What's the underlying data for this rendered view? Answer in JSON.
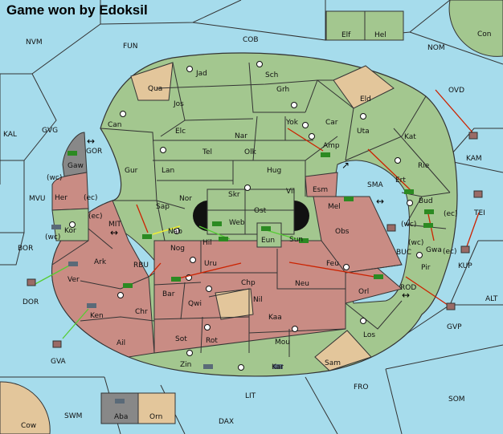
{
  "title": "Game won by Edoksil",
  "colors": {
    "sea": "#a6dcec",
    "land_neutral": "#a3c78f",
    "land_enemy": "#c98c84",
    "land_supply": "#e3c69b",
    "land_gray": "#888888",
    "order_move": "#cc2200",
    "order_support": "#55cc33",
    "order_convoy": "#eeee33",
    "border": "#333333"
  },
  "sea_regions": [
    "NVM",
    "FUN",
    "COB",
    "NOM",
    "OVD",
    "KAL",
    "GVG",
    "MVU",
    "BOR",
    "SMA",
    "TEI",
    "BUC",
    "ALT",
    "ROD",
    "FRO",
    "SOM",
    "LIT",
    "DAX",
    "SWM",
    "MIT",
    "RBU",
    "GOR"
  ],
  "supply_regions": [
    "Con",
    "Cow",
    "Elf",
    "Hel",
    "Aba",
    "Orn"
  ],
  "land_regions": [
    "Jad",
    "Sch",
    "Qua",
    "Jos",
    "Grh",
    "Eld",
    "Can",
    "Elc",
    "Nar",
    "Yok",
    "Car",
    "Uta",
    "Kat",
    "Tel",
    "Olk",
    "Amp",
    "Gaw",
    "Gur",
    "Lan",
    "Hug",
    "Rie",
    "Vil",
    "Esm",
    "Ert",
    "Nor",
    "Skr",
    "Ost",
    "Mel",
    "Her",
    "Sap",
    "Web",
    "Bud",
    "Kor",
    "Nab",
    "Eun",
    "Sun",
    "Obs",
    "Hil",
    "Gwa",
    "Pir",
    "Ark",
    "Nog",
    "Uru",
    "Feu",
    "Ver",
    "Chp",
    "Neu",
    "Orl",
    "Bar",
    "Qwi",
    "Nil",
    "Chr",
    "Kaa",
    "Los",
    "Ken",
    "Ail",
    "Sot",
    "Rot",
    "Mou",
    "Zin",
    "Sam",
    "Kar",
    "DOR",
    "KAM",
    "KUP",
    "GVP",
    "GVA"
  ],
  "annotations": [
    "(wc)",
    "(ec)",
    "(wc)",
    "(ec)",
    "(wc)",
    "(ec)",
    "(wc)",
    "(ec)"
  ]
}
